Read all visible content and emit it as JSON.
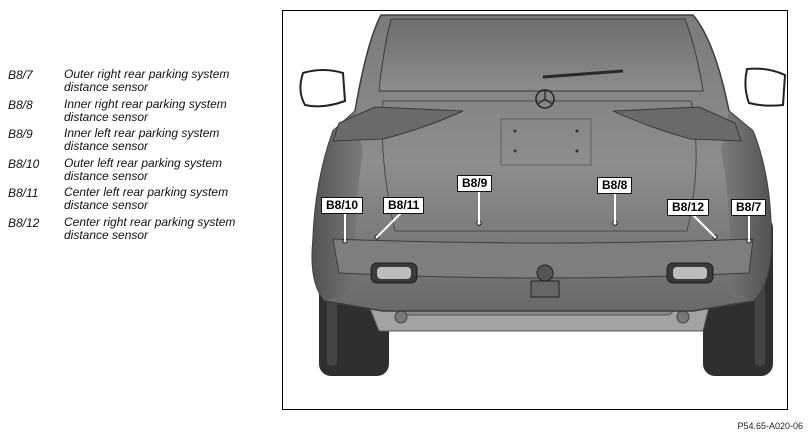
{
  "legend": [
    {
      "code": "B8/7",
      "desc_1": "Outer right rear parking system",
      "desc_2": "distance sensor"
    },
    {
      "code": "B8/8",
      "desc_1": "Inner right rear parking system",
      "desc_2": "distance sensor"
    },
    {
      "code": "B8/9",
      "desc_1": "Inner left rear parking system",
      "desc_2": "distance sensor"
    },
    {
      "code": "B8/10",
      "desc_1": "Outer left rear parking system",
      "desc_2": "distance sensor"
    },
    {
      "code": "B8/11",
      "desc_1": "Center left rear parking system",
      "desc_2": "distance sensor"
    },
    {
      "code": "B8/12",
      "desc_1": "Center right rear parking system",
      "desc_2": "distance sensor"
    }
  ],
  "callouts": {
    "b8_9": "B8/9",
    "b8_8": "B8/8",
    "b8_10": "B8/10",
    "b8_11": "B8/11",
    "b8_12": "B8/12",
    "b8_7": "B8/7"
  },
  "reference_code": "P54.65-A020-06",
  "colors": {
    "body_light": "#8a8a8a",
    "body_dark": "#5d5d5d",
    "glass": "#7a7a7a",
    "tire": "#2b2b2b",
    "underbody": "#9a9a9a"
  }
}
